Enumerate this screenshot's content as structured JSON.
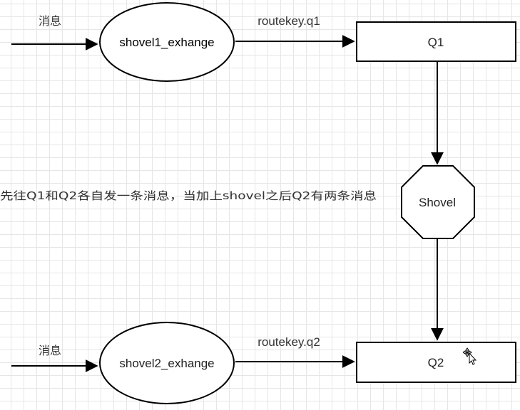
{
  "diagram": {
    "top_input_label": "消息",
    "bottom_input_label": "消息",
    "exchange1": "shovel1_exhange",
    "exchange2": "shovel2_exhange",
    "routekey1": "routekey.q1",
    "routekey2": "routekey.q2",
    "queue1": "Q1",
    "queue2": "Q2",
    "shovel": "Shovel",
    "note": "先往Q1和Q2各自发一条消息，当加上shovel之后Q2有两条消息"
  },
  "colors": {
    "stroke": "#000000",
    "fill": "#ffffff",
    "grid": "#e6e6e6"
  }
}
